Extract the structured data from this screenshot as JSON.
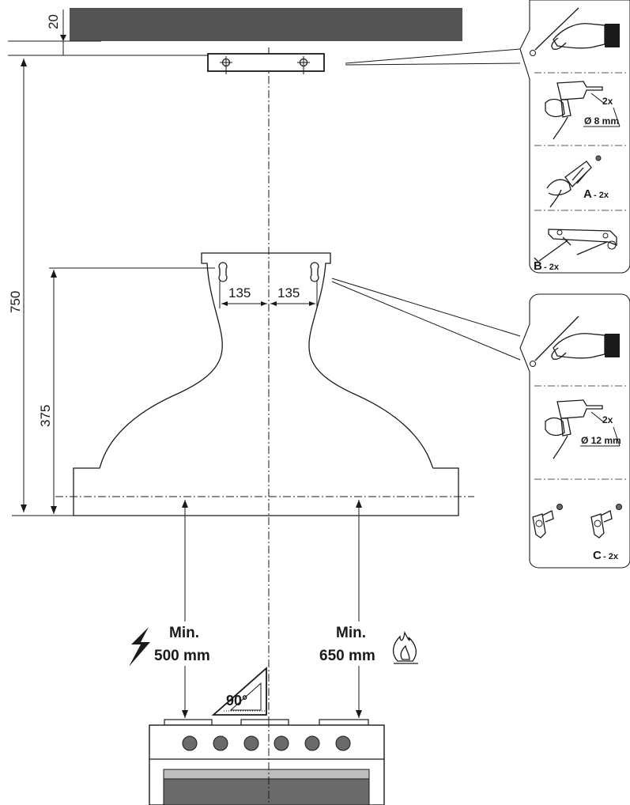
{
  "dimensions": {
    "ceiling_gap": "20",
    "total_height": "750",
    "bracket_height": "375",
    "hole_left": "135",
    "hole_right": "135"
  },
  "clearances": {
    "electric": {
      "label": "Min.",
      "value": "500 mm",
      "icon": "lightning-icon"
    },
    "gas": {
      "label": "Min.",
      "value": "650 mm",
      "icon": "flame-icon"
    }
  },
  "square": {
    "angle": "90°",
    "icon": "set-square-icon"
  },
  "panel_top": {
    "steps": [
      {
        "icon": "pencil-mark-icon"
      },
      {
        "icon": "drill-icon",
        "count": "2x",
        "size": "Ø 8 mm"
      },
      {
        "icon": "wall-plug-icon",
        "part": "A",
        "qty": "- 2x"
      },
      {
        "icon": "bracket-screws-icon",
        "part": "B",
        "qty": "- 2x"
      }
    ]
  },
  "panel_bottom": {
    "steps": [
      {
        "icon": "pencil-mark-icon"
      },
      {
        "icon": "drill-icon",
        "count": "2x",
        "size": "Ø 12 mm"
      },
      {
        "icon": "hook-screw-icon",
        "part": "C",
        "qty": "- 2x"
      }
    ]
  },
  "colors": {
    "ceiling": "#545454",
    "line": "#1a1a1a",
    "oven_window": "#6a6a6a"
  }
}
